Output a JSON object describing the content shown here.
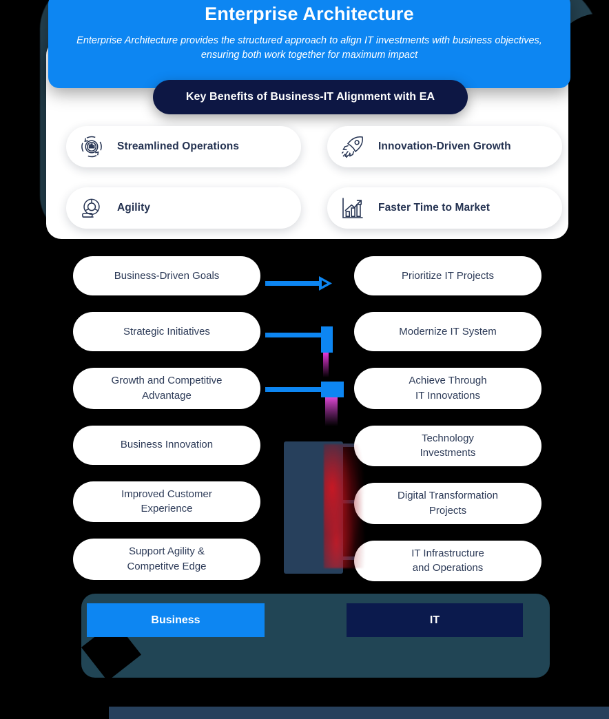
{
  "header": {
    "title": "Enterprise Architecture",
    "subtitle": "Enterprise Architecture provides the structured approach to align IT investments with business objectives, ensuring both work together for maximum impact",
    "chip_label": "Key Benefits of Business-IT Alignment with EA",
    "bg_color": "#0d86f2",
    "chip_color": "#0d1744"
  },
  "benefits": [
    {
      "label": "Streamlined Operations",
      "icon": "process-cycle-icon"
    },
    {
      "label": "Innovation-Driven Growth",
      "icon": "rocket-icon"
    },
    {
      "label": "Agility",
      "icon": "teamwork-icon"
    },
    {
      "label": "Faster Time to Market",
      "icon": "growth-chart-icon"
    }
  ],
  "flow": {
    "left_column": [
      {
        "label": "Business-Driven Goals",
        "has_blue_cap": true
      },
      {
        "label": "Strategic Initiatives",
        "has_blue_cap": true
      },
      {
        "label": "Growth and Competitive\nAdvantage",
        "has_blue_cap": true
      },
      {
        "label": "Business Innovation",
        "has_blue_cap": false
      },
      {
        "label": "Improved Customer\nExperience",
        "has_blue_cap": false
      },
      {
        "label": "Support Agility &\nCompetitve Edge",
        "has_blue_cap": false
      }
    ],
    "right_column": [
      {
        "label": "Prioritize IT Projects",
        "has_navy_cap": false
      },
      {
        "label": "Modernize IT System",
        "has_navy_cap": false
      },
      {
        "label": "Achieve Through\nIT Innovations",
        "has_navy_cap": false
      },
      {
        "label": "Technology\nInvestments",
        "has_navy_cap": true
      },
      {
        "label": "Digital Transformation\nProjects",
        "has_navy_cap": true
      },
      {
        "label": "IT Infrastructure\nand Operations",
        "has_navy_cap": true
      }
    ],
    "connector_color": "#0d86f2"
  },
  "legend": {
    "business_label": "Business",
    "business_color": "#0d86f2",
    "it_label": "IT",
    "it_color": "#0b1a4d",
    "panel_color": "#214555"
  }
}
